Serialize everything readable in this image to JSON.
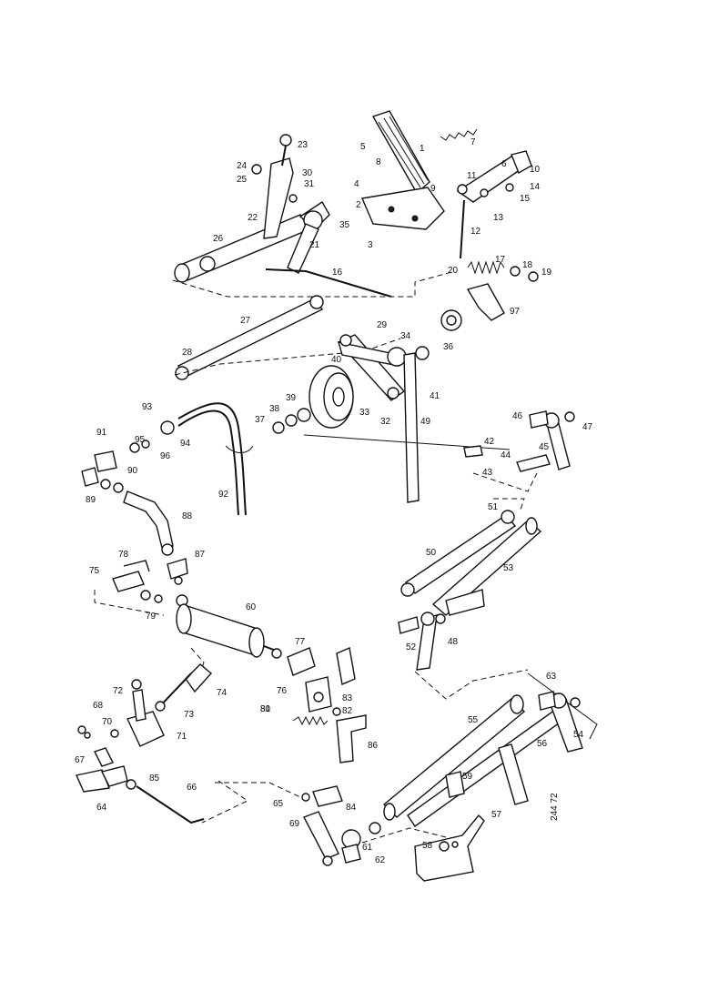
{
  "drawing": {
    "code": "244 72",
    "labels": [
      "1",
      "2",
      "3",
      "4",
      "5",
      "6",
      "7",
      "8",
      "9",
      "10",
      "11",
      "12",
      "13",
      "14",
      "15",
      "16",
      "17",
      "18",
      "19",
      "20",
      "21",
      "22",
      "23",
      "24",
      "25",
      "26",
      "27",
      "28",
      "29",
      "30",
      "31",
      "32",
      "33",
      "34",
      "35",
      "36",
      "37",
      "38",
      "39",
      "40",
      "41",
      "42",
      "43",
      "44",
      "45",
      "46",
      "47",
      "48",
      "49",
      "50",
      "51",
      "52",
      "53",
      "54",
      "55",
      "56",
      "57",
      "58",
      "59",
      "60",
      "61",
      "62",
      "63",
      "64",
      "65",
      "66",
      "67",
      "68",
      "69",
      "70",
      "71",
      "72",
      "73",
      "74",
      "75",
      "76",
      "77",
      "78",
      "79",
      "80",
      "81",
      "82",
      "83",
      "84",
      "85",
      "86",
      "87",
      "88",
      "89",
      "90",
      "91",
      "92",
      "93",
      "94",
      "95",
      "96",
      "97"
    ]
  }
}
